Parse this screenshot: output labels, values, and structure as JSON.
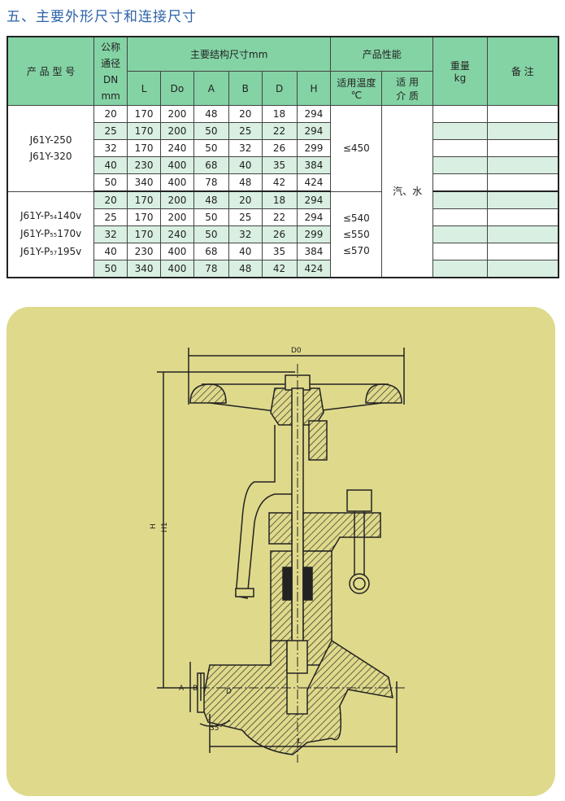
{
  "title": "五、主要外形尺寸和连接尺寸",
  "table": {
    "headers": {
      "model": "产 品 型 号",
      "dn": [
        "公称",
        "通径",
        "DN",
        "mm"
      ],
      "dims_group": "主要结构尺寸mm",
      "dims": [
        "L",
        "Do",
        "A",
        "B",
        "D",
        "H"
      ],
      "perf_group": "产品性能",
      "temp": [
        "适用温度",
        "℃"
      ],
      "medium": [
        "适 用",
        "介 质"
      ],
      "weight": [
        "重量",
        "kg"
      ],
      "remark": "备 注"
    },
    "groups": [
      {
        "models": [
          "J61Y-250",
          "J61Y-320"
        ],
        "temps": [
          "≤450"
        ],
        "rows": [
          [
            "20",
            "170",
            "200",
            "48",
            "20",
            "18",
            "294"
          ],
          [
            "25",
            "170",
            "200",
            "50",
            "25",
            "22",
            "294"
          ],
          [
            "32",
            "170",
            "240",
            "50",
            "32",
            "26",
            "299"
          ],
          [
            "40",
            "230",
            "400",
            "68",
            "40",
            "35",
            "384"
          ],
          [
            "50",
            "340",
            "400",
            "78",
            "48",
            "42",
            "424"
          ]
        ]
      },
      {
        "models": [
          {
            "pre": "J61Y-P",
            "sub": "54",
            "post": "140v"
          },
          {
            "pre": "J61Y-P",
            "sub": "55",
            "post": "170v"
          },
          {
            "pre": "J61Y-P",
            "sub": "57",
            "post": "195v"
          }
        ],
        "temps": [
          "≤540",
          "≤550",
          "≤570"
        ],
        "rows": [
          [
            "20",
            "170",
            "200",
            "48",
            "20",
            "18",
            "294"
          ],
          [
            "25",
            "170",
            "200",
            "50",
            "25",
            "22",
            "294"
          ],
          [
            "32",
            "170",
            "240",
            "50",
            "32",
            "26",
            "299"
          ],
          [
            "40",
            "230",
            "400",
            "68",
            "40",
            "35",
            "384"
          ],
          [
            "50",
            "340",
            "400",
            "78",
            "48",
            "42",
            "424"
          ]
        ]
      }
    ],
    "medium_value": "汽、水"
  },
  "drawing": {
    "labels": {
      "do": "D0",
      "h": "H",
      "h1": "H1",
      "a": "A",
      "b": "B",
      "d": "D",
      "l": "L",
      "angle": "35°"
    }
  },
  "colors": {
    "header": "#84d3a4",
    "row_alt": "#d8efe1",
    "panel": "#dfd98b",
    "title": "#2d63a8"
  }
}
